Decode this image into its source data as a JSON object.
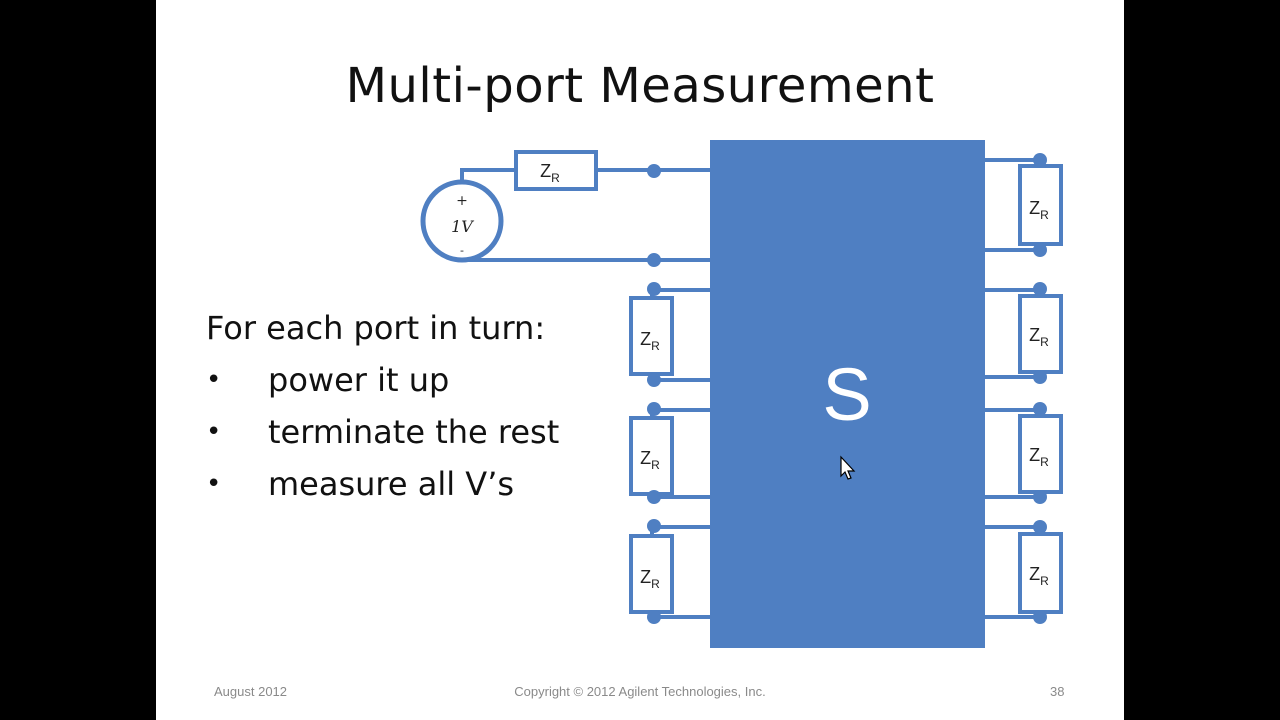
{
  "slide": {
    "title": "Multi-port Measurement",
    "intro": "For each port in turn:",
    "bullet_char": "•",
    "bullets": [
      "power it up",
      "terminate the rest",
      "measure all V’s"
    ],
    "footer": {
      "date": "August 2012",
      "copyright": "Copyright © 2012 Agilent Technologies, Inc.",
      "page": "38"
    }
  },
  "diagram": {
    "block_label": "S",
    "source_plus": "+",
    "source_value": "1V",
    "source_minus": "-",
    "resistor_main": "Z",
    "resistor_sub": "R",
    "colors": {
      "block": "#4f7fc2",
      "wire": "#4f7fc2",
      "text": "#222222"
    }
  }
}
